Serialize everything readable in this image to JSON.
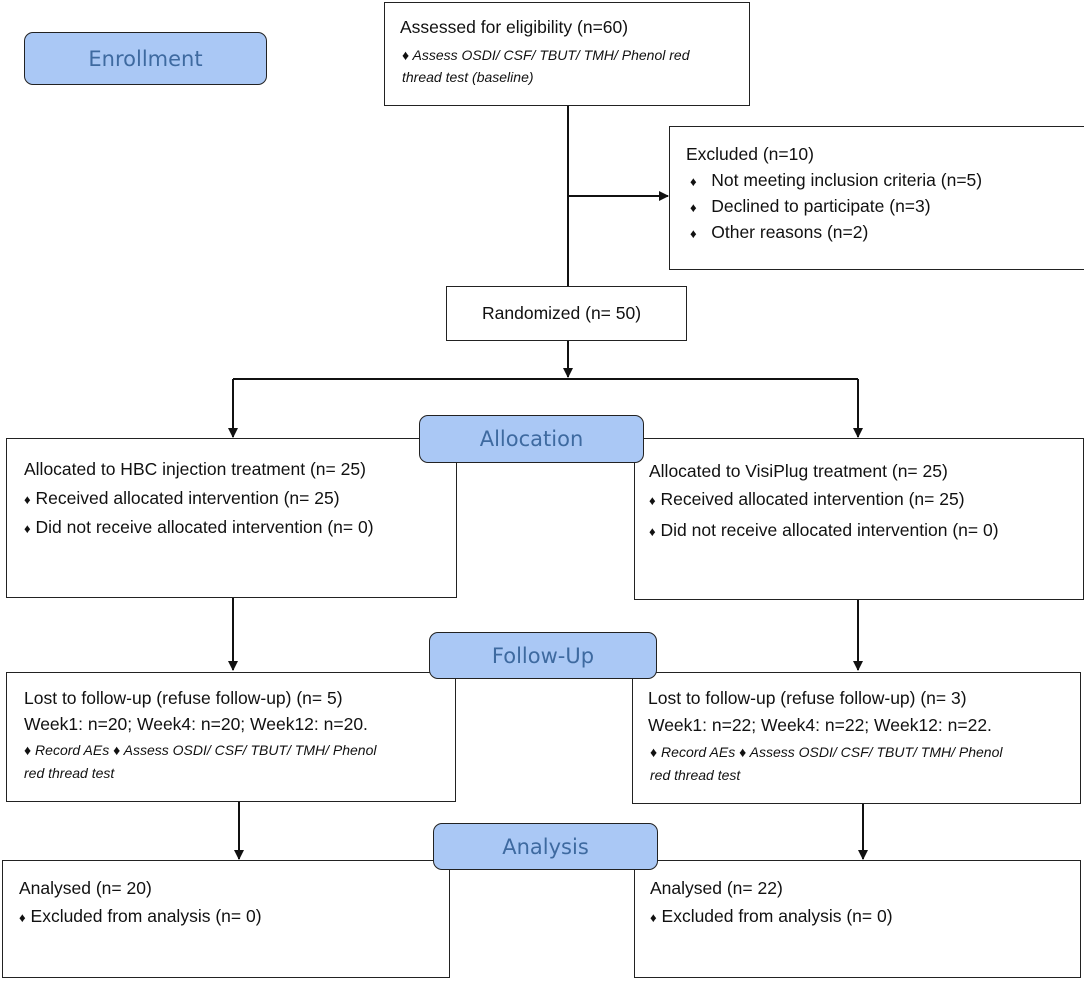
{
  "stages": {
    "enrollment": "Enrollment",
    "allocation": "Allocation",
    "follow_up": "Follow-Up",
    "analysis": "Analysis"
  },
  "bullet": "♦",
  "assessed": {
    "title": "Assessed for eligibility (n=60)",
    "note_line1": "Assess OSDI/ CSF/ TBUT/ TMH/ Phenol red",
    "note_line2": "thread test (baseline)"
  },
  "excluded": {
    "title": "Excluded (n=10)",
    "items": [
      "Not meeting inclusion criteria (n=5)",
      "Declined to participate (n=3)",
      "Other reasons (n=2)"
    ]
  },
  "randomized": "Randomized (n= 50)",
  "left": {
    "allocation": {
      "title": "Allocated to HBC injection treatment (n= 25)",
      "items": [
        "Received allocated intervention (n= 25)",
        "Did not receive allocated intervention (n= 0)"
      ]
    },
    "follow_up": {
      "lost": "Lost to follow-up (refuse follow-up) (n= 5)",
      "weeks": "Week1: n=20; Week4: n=20; Week12: n=20.",
      "note1a": "Record AEs",
      "note1b": "Assess OSDI/ CSF/ TBUT/ TMH/ Phenol",
      "note2": "red thread test"
    },
    "analysis": {
      "title": "Analysed (n= 20)",
      "item": "Excluded from analysis (n= 0)"
    }
  },
  "right": {
    "allocation": {
      "title": "Allocated to VisiPlug treatment (n= 25)",
      "items": [
        "Received allocated intervention (n= 25)",
        "Did not receive allocated intervention (n= 0)"
      ]
    },
    "follow_up": {
      "lost": "Lost to follow-up (refuse follow-up) (n= 3)",
      "weeks": "Week1: n=22; Week4: n=22; Week12: n=22.",
      "note1a": "Record AEs",
      "note1b": "Assess OSDI/ CSF/ TBUT/ TMH/ Phenol",
      "note2": "red thread test"
    },
    "analysis": {
      "title": "Analysed (n= 22)",
      "item": "Excluded from analysis (n= 0)"
    }
  }
}
